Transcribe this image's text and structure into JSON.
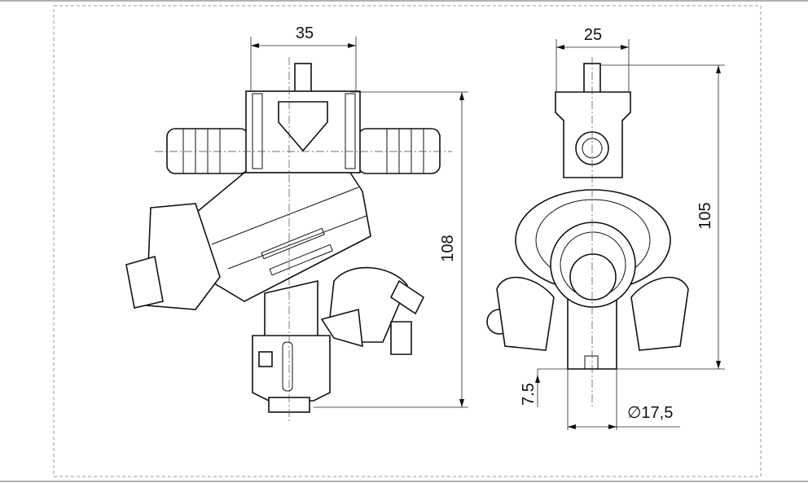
{
  "drawing": {
    "front_view": {
      "width_dimension": "35",
      "height_dimension": "108"
    },
    "side_view": {
      "width_dimension": "25",
      "height_dimension": "105",
      "offset_dimension": "7.5",
      "diameter_dimension": "∅17,5"
    },
    "colors": {
      "line": "#111111",
      "border": "#999999"
    }
  }
}
